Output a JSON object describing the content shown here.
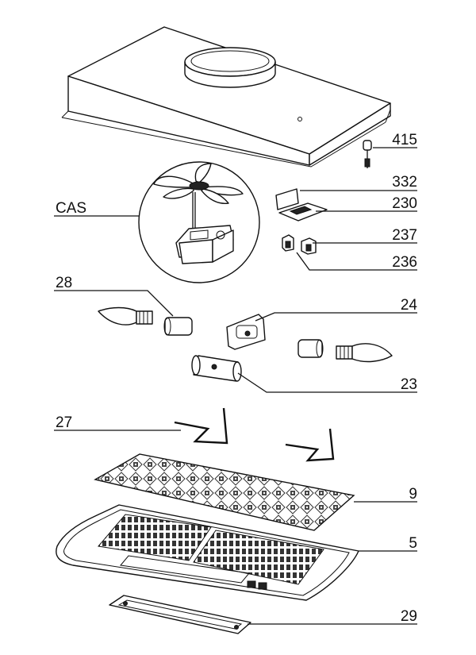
{
  "labels": {
    "p415": "415",
    "p332": "332",
    "p230": "230",
    "p237": "237",
    "p236": "236",
    "cas": "CAS",
    "p28": "28",
    "p24": "24",
    "p23": "23",
    "p27": "27",
    "p9": "9",
    "p5": "5",
    "p29": "29"
  }
}
